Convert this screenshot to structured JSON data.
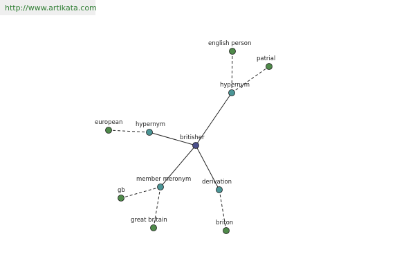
{
  "source": {
    "url": "http://www.artikata.com"
  },
  "graph": {
    "colors": {
      "root": "#4a4f8a",
      "relation": "#4b9596",
      "word": "#4f8a4a",
      "edge": "#222222"
    },
    "nodes": [
      {
        "id": "britisher",
        "label": "britisher",
        "kind": "root"
      },
      {
        "id": "hyp1",
        "label": "hypernym",
        "kind": "relation"
      },
      {
        "id": "hyp2",
        "label": "hypernym",
        "kind": "relation"
      },
      {
        "id": "mero",
        "label": "member meronym",
        "kind": "relation"
      },
      {
        "id": "deriv",
        "label": "derivation",
        "kind": "relation"
      },
      {
        "id": "english_person",
        "label": "english person",
        "kind": "word"
      },
      {
        "id": "patrial",
        "label": "patrial",
        "kind": "word"
      },
      {
        "id": "european",
        "label": "european",
        "kind": "word"
      },
      {
        "id": "gb",
        "label": "gb",
        "kind": "word"
      },
      {
        "id": "great_britain",
        "label": "great britain",
        "kind": "word"
      },
      {
        "id": "briton",
        "label": "briton",
        "kind": "word"
      }
    ],
    "edges": [
      {
        "from": "britisher",
        "to": "hyp1",
        "style": "solid"
      },
      {
        "from": "britisher",
        "to": "hyp2",
        "style": "solid"
      },
      {
        "from": "britisher",
        "to": "mero",
        "style": "solid"
      },
      {
        "from": "britisher",
        "to": "deriv",
        "style": "solid"
      },
      {
        "from": "hyp1",
        "to": "english_person",
        "style": "dashed"
      },
      {
        "from": "hyp1",
        "to": "patrial",
        "style": "dashed"
      },
      {
        "from": "hyp2",
        "to": "european",
        "style": "dashed"
      },
      {
        "from": "mero",
        "to": "gb",
        "style": "dashed"
      },
      {
        "from": "mero",
        "to": "great_britain",
        "style": "dashed"
      },
      {
        "from": "deriv",
        "to": "briton",
        "style": "dashed"
      }
    ]
  }
}
